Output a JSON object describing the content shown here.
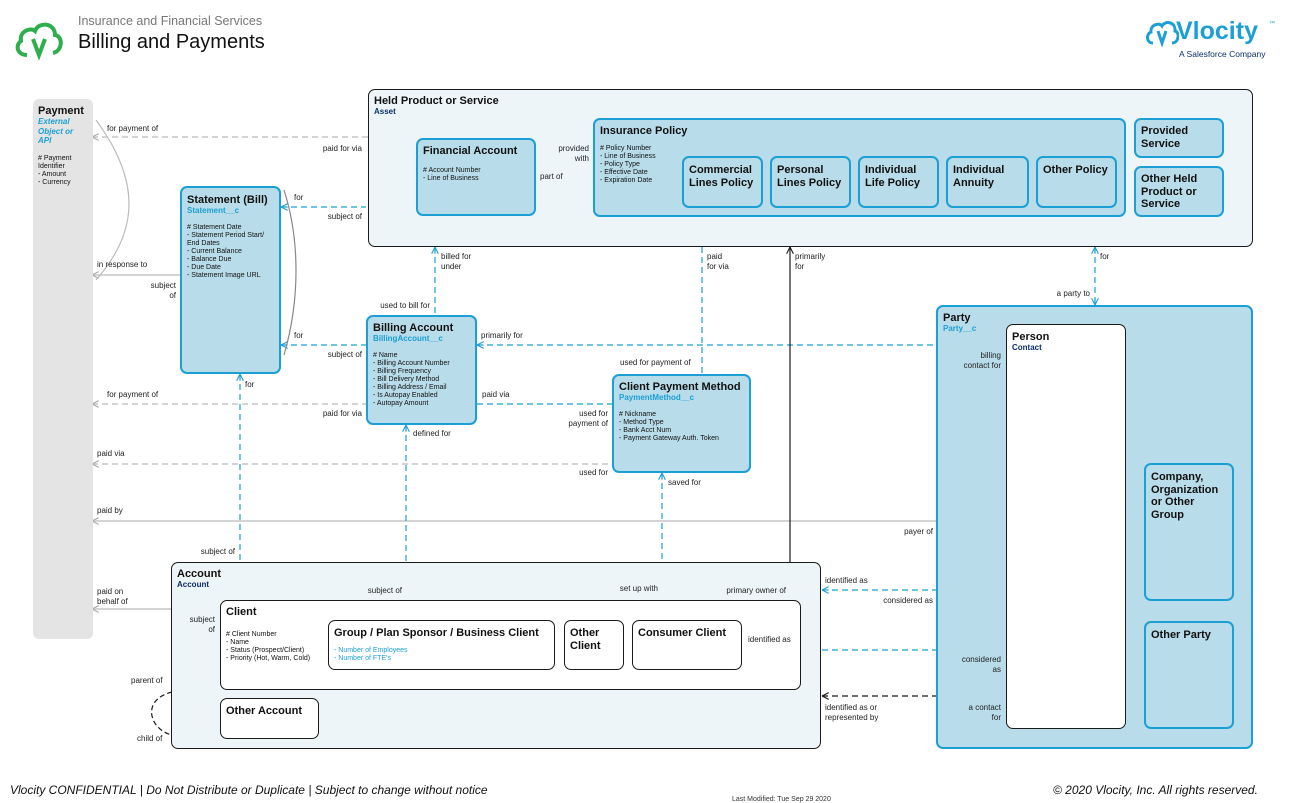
{
  "header": {
    "category": "Insurance and Financial Services",
    "title": "Billing and Payments",
    "brand_name": "Vlocity",
    "brand_tm": "™",
    "brand_tagline": "A Salesforce Company"
  },
  "footer": {
    "confidential": "Vlocity CONFIDENTIAL | Do Not Distribute or Duplicate | Subject to change without notice",
    "last_modified": "Last Modified: Tue Sep 29 2020",
    "copyright": "© 2020 Vlocity, Inc. All rights reserved."
  },
  "colors": {
    "accent": "#1c9fd4",
    "dark_line": "#1a1a1a",
    "light_box": "#b8dcea",
    "pale_box": "#eef5f8",
    "payment_bar": "#e4e4e4",
    "api_name": "#0b2f6b"
  },
  "entities": {
    "payment": {
      "title": "Payment",
      "subtitle": "External\nObject or\nAPI",
      "attributes": "# Payment\nIdentifier\n- Amount\n- Currency"
    },
    "held_product": {
      "title": "Held Product or Service",
      "api": "Asset"
    },
    "financial_account": {
      "title": "Financial Account",
      "attributes": "# Account Number\n- Line of Business"
    },
    "insurance_policy": {
      "title": "Insurance Policy",
      "attributes": "# Policy Number\n- Line of Business\n- Policy Type\n- Effective Date\n- Expiration Date"
    },
    "commercial_lines": {
      "title": "Commercial\nLines Policy"
    },
    "personal_lines": {
      "title": "Personal\nLines Policy"
    },
    "individual_life": {
      "title": "Individual\nLife Policy"
    },
    "individual_annuity": {
      "title": "Individual\nAnnuity"
    },
    "other_policy": {
      "title": "Other Policy"
    },
    "provided_service": {
      "title": "Provided\nService"
    },
    "other_held": {
      "title": "Other Held\nProduct or\nService"
    },
    "statement": {
      "title": "Statement (Bill)",
      "api": "Statement__c",
      "attributes": "# Statement Date\n- Statement Period Start/\nEnd Dates\n- Current Balance\n- Balance Due\n- Due Date\n- Statement Image URL"
    },
    "billing_account": {
      "title": "Billing Account",
      "api": "BillingAccount__c",
      "attributes": "# Name\n- Billing Account Number\n- Billing Frequency\n- Bill Delivery Method\n- Billing Address / Email\n- Is Autopay Enabled\n- Autopay Amount"
    },
    "client_payment_method": {
      "title": "Client Payment Method",
      "api": "PaymentMethod__c",
      "attributes": "# Nickname\n- Method Type\n- Bank Acct Num\n- Payment Gateway Auth. Token"
    },
    "party": {
      "title": "Party",
      "api": "Party__c"
    },
    "person": {
      "title": "Person",
      "api": "Contact"
    },
    "company": {
      "title": "Company,\nOrganization\nor Other\nGroup"
    },
    "other_party": {
      "title": "Other Party"
    },
    "account": {
      "title": "Account",
      "api": "Account"
    },
    "client": {
      "title": "Client",
      "attributes": "# Client Number\n- Name\n- Status (Prospect/Client)\n- Priority (Hot, Warm, Cold)"
    },
    "group_sponsor": {
      "title": "Group / Plan Sponsor / Business Client",
      "attributes": "- Number of Employees\n- Number of FTE's"
    },
    "other_client": {
      "title": "Other\nClient"
    },
    "consumer_client": {
      "title": "Consumer Client"
    },
    "other_account": {
      "title": "Other Account"
    }
  },
  "relationships": {
    "for_payment_of_1": "for payment of",
    "paid_for_via_1": "paid for via",
    "statement_for_1": "for",
    "subject_of_1": "subject of",
    "provided_with": "provided\nwith",
    "part_of": "part of",
    "in_response_to": "in response to",
    "subject_of_2": "subject\nof",
    "billed_for_under": "billed for\nunder",
    "paid_for_via_policy": "paid\nfor via",
    "primarily_for": "primarily\nfor",
    "for_party": "for",
    "a_party_to": "a party to",
    "used_to_bill_for": "used to bill for",
    "statement_for_2": "for",
    "subject_of_3": "subject of",
    "primarily_for_ba": "primarily for",
    "billing_contact_for": "billing\ncontact for",
    "used_for_payment_of_1": "used for payment of",
    "for_stmt": "for",
    "for_payment_of_2": "for payment of",
    "paid_for_via_2": "paid for via",
    "paid_via_ba": "paid via",
    "used_for_payment_of_2": "used for\npayment of",
    "defined_for": "defined for",
    "paid_via": "paid via",
    "used_for": "used for",
    "saved_for": "saved for",
    "paid_by": "paid by",
    "payer_of": "payer of",
    "subject_of_acct": "subject of",
    "paid_on_behalf_of": "paid on\nbehalf of",
    "subject_of_client": "subject\nof",
    "subject_of_4": "subject of",
    "set_up_with": "set up with",
    "primary_owner_of": "primary owner of",
    "identified_as_1": "identified as",
    "considered_as_1": "considered as",
    "identified_as_2": "identified as",
    "considered_as_2": "considered\nas",
    "parent_of": "parent of",
    "child_of": "child of",
    "identified_as_or_represented_by": "identified as or\nrepresented by",
    "a_contact_for": "a contact\nfor"
  }
}
